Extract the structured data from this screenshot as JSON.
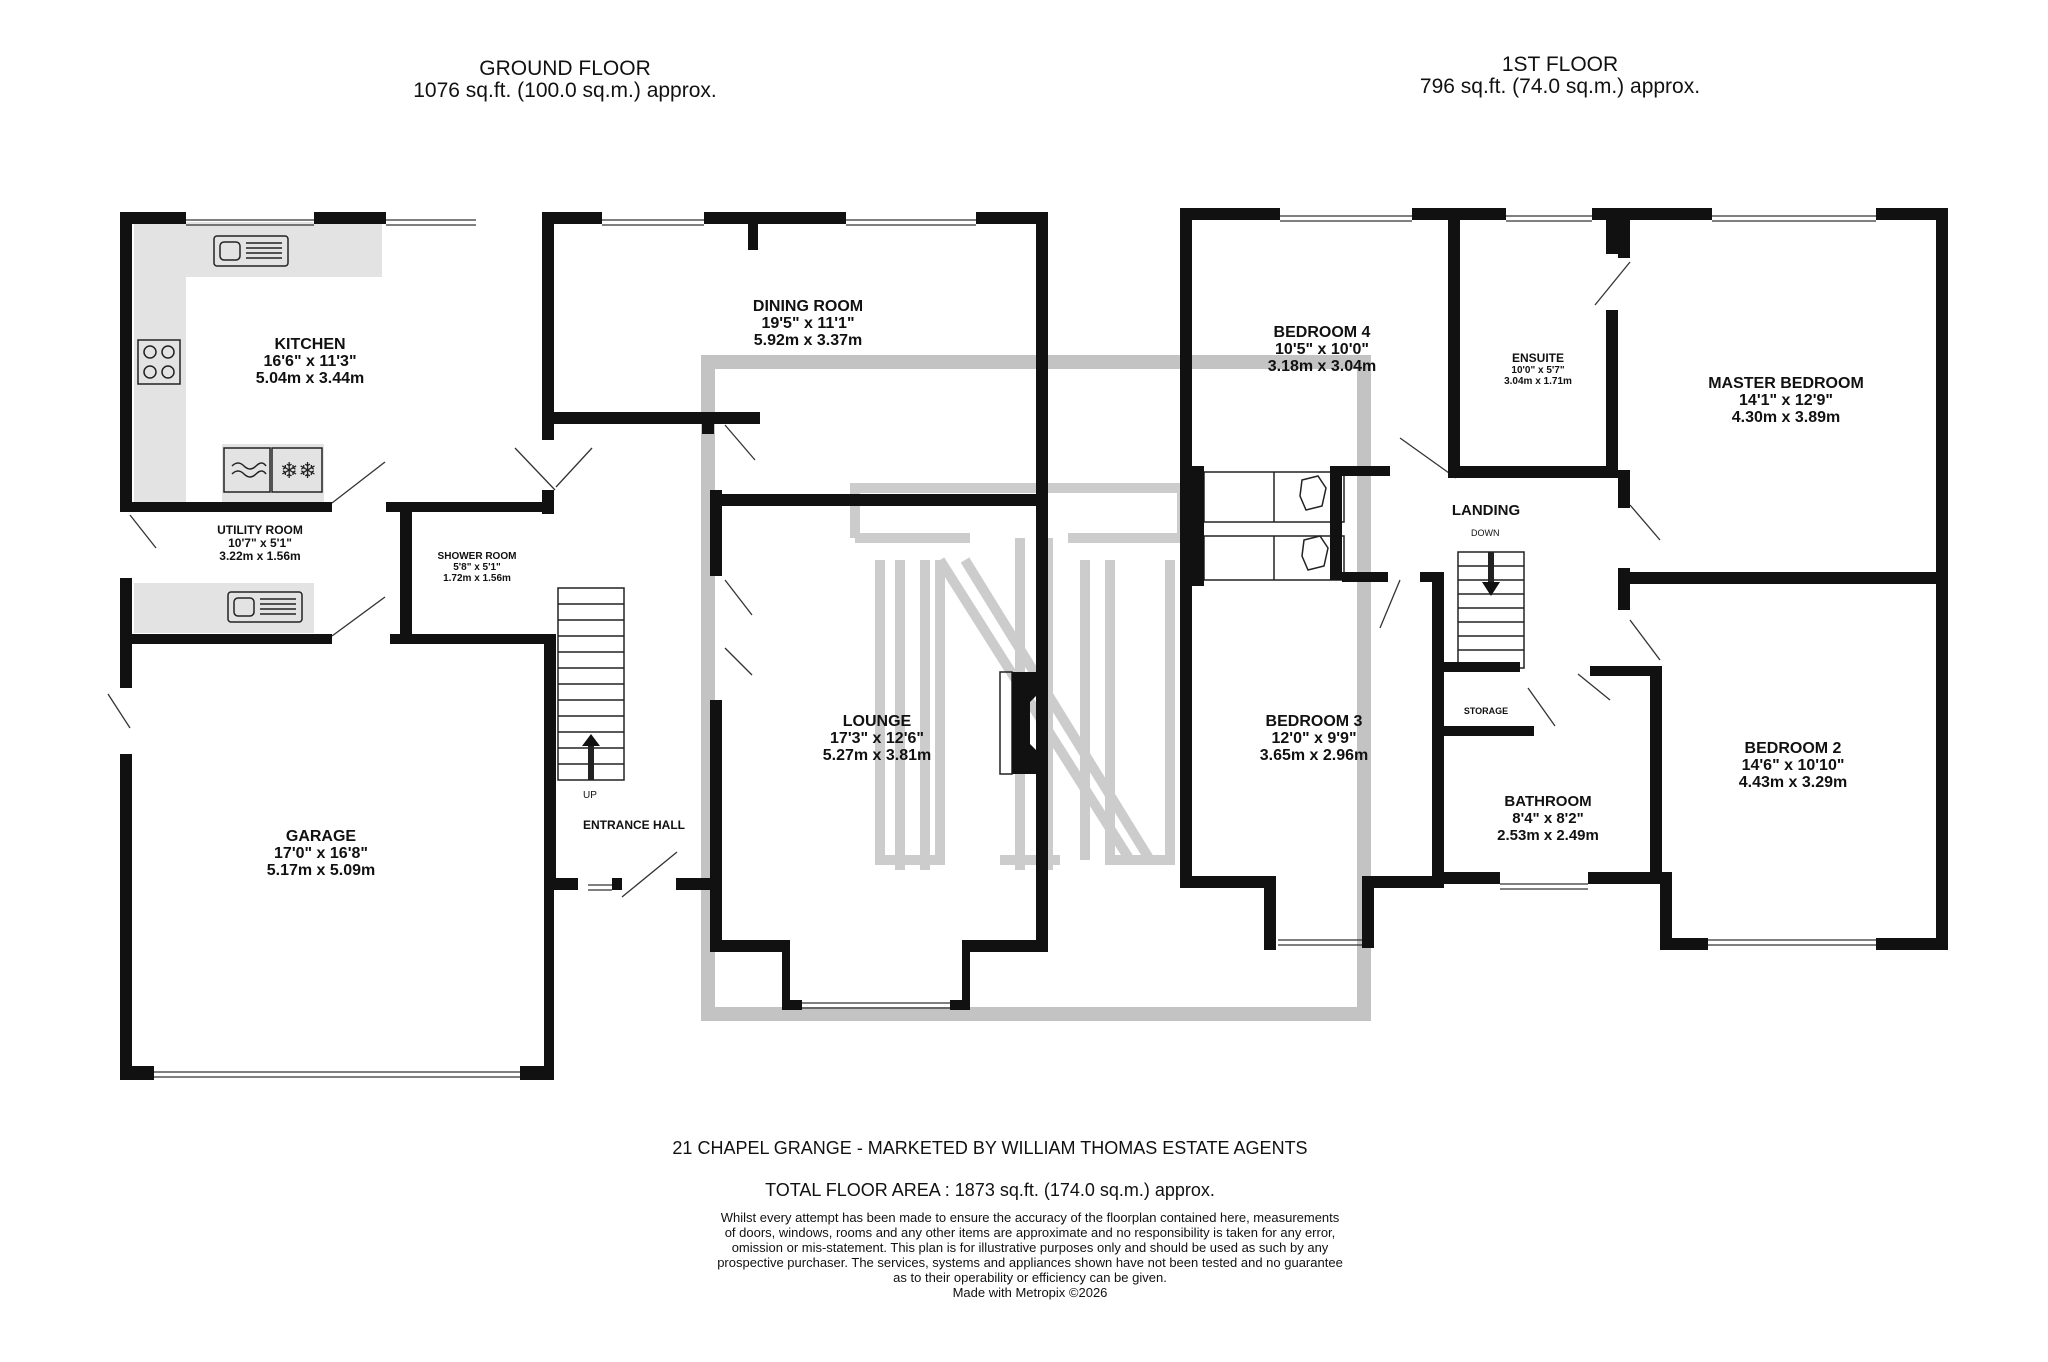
{
  "floors": {
    "ground": {
      "title": "GROUND FLOOR",
      "area": "1076 sq.ft. (100.0 sq.m.) approx."
    },
    "first": {
      "title": "1ST FLOOR",
      "area": "796 sq.ft. (74.0 sq.m.) approx."
    }
  },
  "rooms": {
    "kitchen": {
      "name": "KITCHEN",
      "imperial": "16'6\"  x 11'3\"",
      "metric": "5.04m  x 3.44m"
    },
    "dining": {
      "name": "DINING ROOM",
      "imperial": "19'5\"  x 11'1\"",
      "metric": "5.92m  x 3.37m"
    },
    "utility": {
      "name": "UTILITY ROOM",
      "imperial": "10'7\"  x 5'1\"",
      "metric": "3.22m  x 1.56m"
    },
    "shower": {
      "name": "SHOWER ROOM",
      "imperial": "5'8\"  x 5'1\"",
      "metric": "1.72m  x 1.56m"
    },
    "lounge": {
      "name": "LOUNGE",
      "imperial": "17'3\"  x 12'6\"",
      "metric": "5.27m  x 3.81m"
    },
    "garage": {
      "name": "GARAGE",
      "imperial": "17'0\"  x 16'8\"",
      "metric": "5.17m  x 5.09m"
    },
    "entrance": {
      "name": "ENTRANCE HALL"
    },
    "bedroom4": {
      "name": "BEDROOM 4",
      "imperial": "10'5\"  x 10'0\"",
      "metric": "3.18m  x 3.04m"
    },
    "ensuite": {
      "name": "ENSUITE",
      "imperial": "10'0\"  x 5'7\"",
      "metric": "3.04m  x 1.71m"
    },
    "master": {
      "name": "MASTER BEDROOM",
      "imperial": "14'1\"  x 12'9\"",
      "metric": "4.30m  x 3.89m"
    },
    "landing": {
      "name": "LANDING"
    },
    "bedroom3": {
      "name": "BEDROOM 3",
      "imperial": "12'0\"  x 9'9\"",
      "metric": "3.65m  x 2.96m"
    },
    "storage": {
      "name": "STORAGE"
    },
    "bathroom": {
      "name": "BATHROOM",
      "imperial": "8'4\"  x 8'2\"",
      "metric": "2.53m  x 2.49m"
    },
    "bedroom2": {
      "name": "BEDROOM 2",
      "imperial": "14'6\"  x 10'10\"",
      "metric": "4.43m  x 3.29m"
    }
  },
  "stairs": {
    "up": "UP",
    "down": "DOWN"
  },
  "footer": {
    "address": "21 CHAPEL GRANGE - MARKETED BY WILLIAM THOMAS ESTATE AGENTS",
    "total": "TOTAL FLOOR AREA : 1873 sq.ft. (174.0 sq.m.) approx.",
    "disclaimer": [
      "Whilst every attempt has been made to ensure the accuracy of the floorplan contained here, measurements",
      "of doors, windows, rooms and any other items are approximate and no responsibility is taken for any error,",
      "omission or mis-statement. This plan is for illustrative purposes only and should be used as such by any",
      "prospective purchaser. The services, systems and appliances shown have not been tested and no guarantee",
      "as to their operability or efficiency can be given.",
      "Made with Metropix ©2026"
    ]
  },
  "colors": {
    "wall": "#111111",
    "counter": "#e3e3e3",
    "watermark": "#b4b4b4"
  }
}
